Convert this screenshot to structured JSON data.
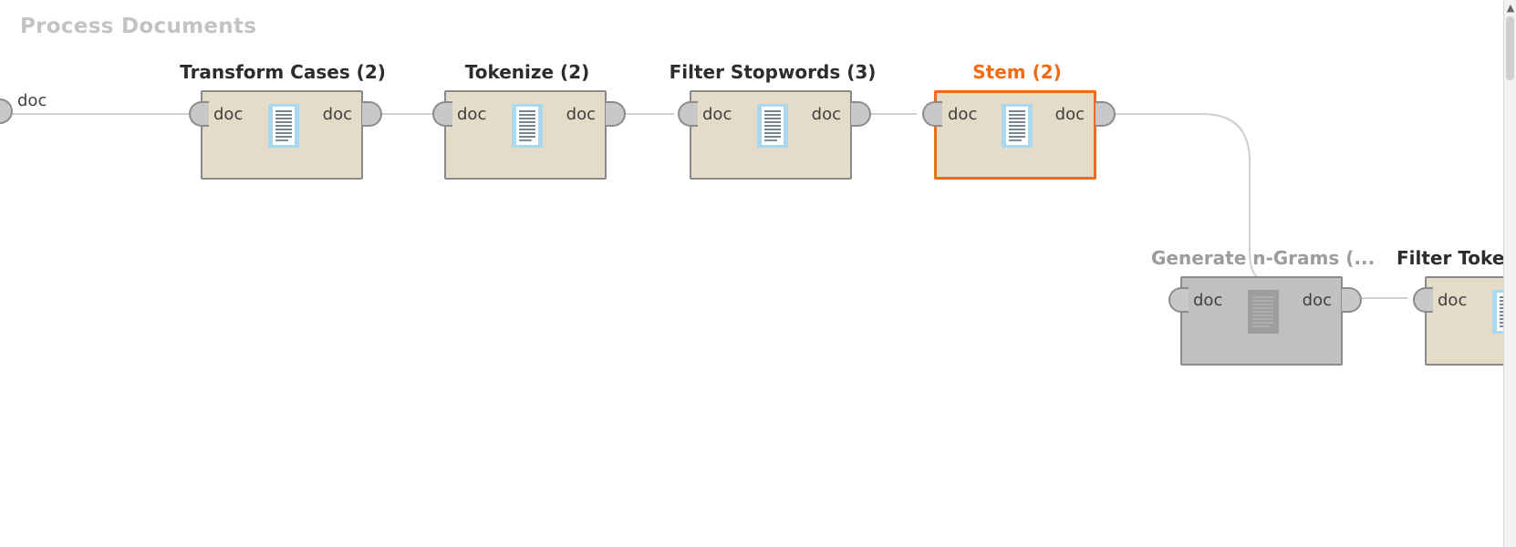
{
  "canvas": {
    "title": "Process Documents"
  },
  "source_port": {
    "label": "doc"
  },
  "operators": [
    {
      "id": "transform-cases",
      "title": "Transform Cases (2)",
      "in": "doc",
      "out": "doc",
      "state": "normal"
    },
    {
      "id": "tokenize",
      "title": "Tokenize (2)",
      "in": "doc",
      "out": "doc",
      "state": "normal"
    },
    {
      "id": "filter-stopwords",
      "title": "Filter Stopwords (3)",
      "in": "doc",
      "out": "doc",
      "state": "normal"
    },
    {
      "id": "stem",
      "title": "Stem (2)",
      "in": "doc",
      "out": "doc",
      "state": "selected"
    },
    {
      "id": "generate-n-grams",
      "title": "Generate n-Grams (...",
      "in": "doc",
      "out": "doc",
      "state": "disabled"
    },
    {
      "id": "filter-tokens",
      "title": "Filter Toke",
      "in": "doc",
      "out": "",
      "state": "normal"
    }
  ],
  "colors": {
    "operator_fill": "#e4dcc9",
    "selected_accent": "#f26a14",
    "disabled_fill": "#c0c0c0",
    "wire": "#cfcfcf",
    "doc_icon": "#a9d8ef"
  },
  "icons": {
    "operator": "document-icon",
    "scroll_up": "arrow-up-icon"
  }
}
